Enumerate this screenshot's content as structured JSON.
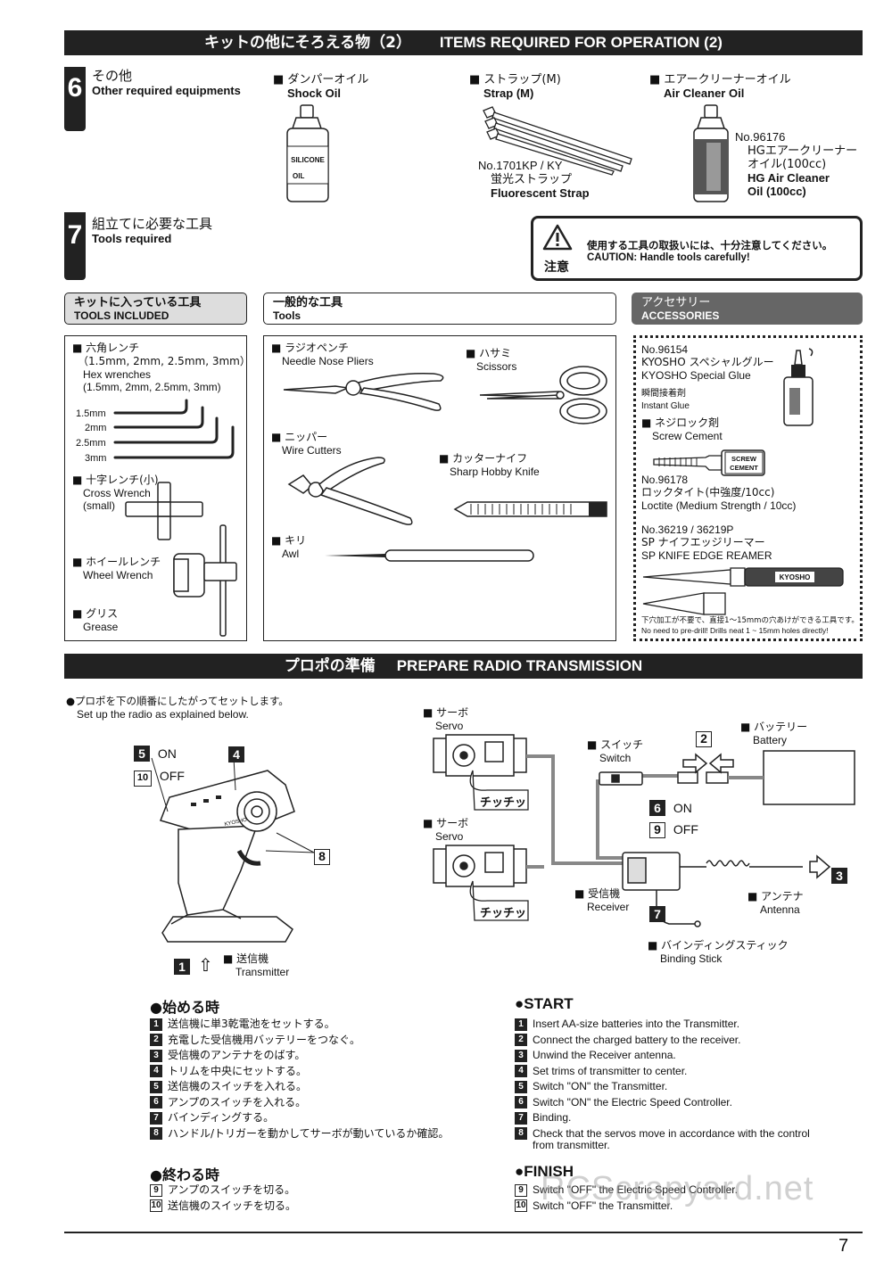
{
  "header1": {
    "jp": "キットの他にそろえる物（2）",
    "en": "ITEMS REQUIRED FOR OPERATION (2)"
  },
  "sec6": {
    "num": "6",
    "jp": "その他",
    "en": "Other required equipments"
  },
  "shock_oil": {
    "jp": "■ ダンパーオイル",
    "en": "Shock Oil",
    "bottle1": "SILICONE",
    "bottle2": "OIL"
  },
  "strap": {
    "jp": "■ ストラップ(M)",
    "en": "Strap (M)",
    "no": "No.1701KP / KY",
    "jp2": "蛍光ストラップ",
    "en2": "Fluorescent Strap"
  },
  "air_cleaner": {
    "jp": "■ エアークリーナーオイル",
    "en": "Air Cleaner Oil",
    "no": "No.96176",
    "jp2a": "HGエアークリーナー",
    "jp2b": "オイル(100cc)",
    "en2a": "HG Air Cleaner",
    "en2b": "Oil (100cc)"
  },
  "sec7": {
    "num": "7",
    "jp": "組立てに必要な工具",
    "en": "Tools required"
  },
  "caution": {
    "label": "注意",
    "jp": "使用する工具の取扱いには、十分注意してください。",
    "en": "CAUTION: Handle tools carefully!"
  },
  "tabs": {
    "included": {
      "jp": "キットに入っている工具",
      "en": "TOOLS INCLUDED"
    },
    "tools": {
      "jp": "一般的な工具",
      "en": "Tools"
    },
    "accessories": {
      "jp": "アクセサリー",
      "en": "ACCESSORIES"
    }
  },
  "included": {
    "hex_jp": "■ 六角レンチ",
    "hex_sizes_jp": "（1.5mm, 2mm, 2.5mm, 3mm）",
    "hex_en": "Hex wrenches",
    "hex_sizes_en": "(1.5mm, 2mm, 2.5mm, 3mm)",
    "sizes": [
      "1.5mm",
      "2mm",
      "2.5mm",
      "3mm"
    ],
    "cross_jp": "■ 十字レンチ(小)",
    "cross_en": "Cross Wrench",
    "cross_en2": "(small)",
    "wheel_jp": "■ ホイールレンチ",
    "wheel_en": "Wheel Wrench",
    "grease_jp": "■ グリス",
    "grease_en": "Grease"
  },
  "tools": {
    "pliers_jp": "■ ラジオペンチ",
    "pliers_en": "Needle Nose Pliers",
    "scissors_jp": "■ ハサミ",
    "scissors_en": "Scissors",
    "cutters_jp": "■ ニッパー",
    "cutters_en": "Wire Cutters",
    "knife_jp": "■ カッターナイフ",
    "knife_en": "Sharp Hobby Knife",
    "awl_jp": "■ キリ",
    "awl_en": "Awl"
  },
  "accessories": {
    "glue_no": "No.96154",
    "glue_jp": "KYOSHO スペシャルグルー",
    "glue_en": "KYOSHO Special Glue",
    "glue_jp2": "瞬間接着剤",
    "glue_en2": "Instant Glue",
    "screw_jp": "■ ネジロック剤",
    "screw_en": "Screw Cement",
    "screw_tube1": "SCREW",
    "screw_tube2": "CEMENT",
    "loc_no": "No.96178",
    "loc_jp": "ロックタイト(中強度/10cc)",
    "loc_en": "Loctite (Medium Strength / 10cc)",
    "reamer_no": "No.36219 / 36219P",
    "reamer_jp": "SP ナイフエッジリーマー",
    "reamer_en": "SP KNIFE EDGE REAMER",
    "reamer_brand": "KYOSHO",
    "note_jp": "下穴加工が不要で、直接1～15mmの穴あけができる工具です。",
    "note_en": "No need to pre-drill!  Drills neat 1 ~ 15mm holes directly!"
  },
  "header2": {
    "jp": "プロポの準備",
    "en": "PREPARE RADIO TRANSMISSION"
  },
  "intro": {
    "jp": "●プロポを下の順番にしたがってセットします。",
    "en": "Set up the radio as explained below."
  },
  "diagram": {
    "on": "ON",
    "off": "OFF",
    "n5": "5",
    "n10": "10",
    "n4": "4",
    "n8": "8",
    "n1": "1",
    "n2": "2",
    "n3": "3",
    "n6": "6",
    "n9": "9",
    "n7": "7",
    "transmitter_jp": "■ 送信機",
    "transmitter_en": "Transmitter",
    "servo_jp": "■ サーボ",
    "servo_en": "Servo",
    "chicchi": "チッチッ",
    "switch_jp": "■ スイッチ",
    "switch_en": "Switch",
    "battery_jp": "■ バッテリー",
    "battery_en": "Battery",
    "receiver_jp": "■ 受信機",
    "receiver_en": "Receiver",
    "antenna_jp": "■ アンテナ",
    "antenna_en": "Antenna",
    "binding_jp": "■ バインディングスティック",
    "binding_en": "Binding Stick",
    "brand": "KYOSHO"
  },
  "start_jp": {
    "title": "●始める時",
    "steps": [
      {
        "n": "1",
        "t": "送信機に単3乾電池をセットする。"
      },
      {
        "n": "2",
        "t": "充電した受信機用バッテリーをつなぐ。"
      },
      {
        "n": "3",
        "t": "受信機のアンテナをのばす。"
      },
      {
        "n": "4",
        "t": "トリムを中央にセットする。"
      },
      {
        "n": "5",
        "t": "送信機のスイッチを入れる。"
      },
      {
        "n": "6",
        "t": "アンプのスイッチを入れる。"
      },
      {
        "n": "7",
        "t": "バインディングする。"
      },
      {
        "n": "8",
        "t": "ハンドル/トリガーを動かしてサーボが動いているか確認。"
      }
    ]
  },
  "start_en": {
    "title": "●START",
    "steps": [
      {
        "n": "1",
        "t": "Insert AA-size batteries into the Transmitter."
      },
      {
        "n": "2",
        "t": "Connect the charged battery to the receiver."
      },
      {
        "n": "3",
        "t": "Unwind the Receiver antenna."
      },
      {
        "n": "4",
        "t": "Set trims of transmitter to center."
      },
      {
        "n": "5",
        "t": "Switch \"ON\" the Transmitter."
      },
      {
        "n": "6",
        "t": "Switch \"ON\" the Electric Speed Controller."
      },
      {
        "n": "7",
        "t": "Binding."
      },
      {
        "n": "8",
        "t": "Check that the servos move in accordance with the control"
      },
      {
        "n": "",
        "t": "from transmitter."
      }
    ]
  },
  "finish_jp": {
    "title": "●終わる時",
    "steps": [
      {
        "n": "9",
        "t": "アンプのスイッチを切る。"
      },
      {
        "n": "10",
        "t": "送信機のスイッチを切る。"
      }
    ]
  },
  "finish_en": {
    "title": "●FINISH",
    "steps": [
      {
        "n": "9",
        "t": "Switch \"OFF\" the Electric Speed Controller."
      },
      {
        "n": "10",
        "t": "Switch \"OFF\" the Transmitter."
      }
    ]
  },
  "watermark": "RCScrapyard.net",
  "page_number": "7"
}
